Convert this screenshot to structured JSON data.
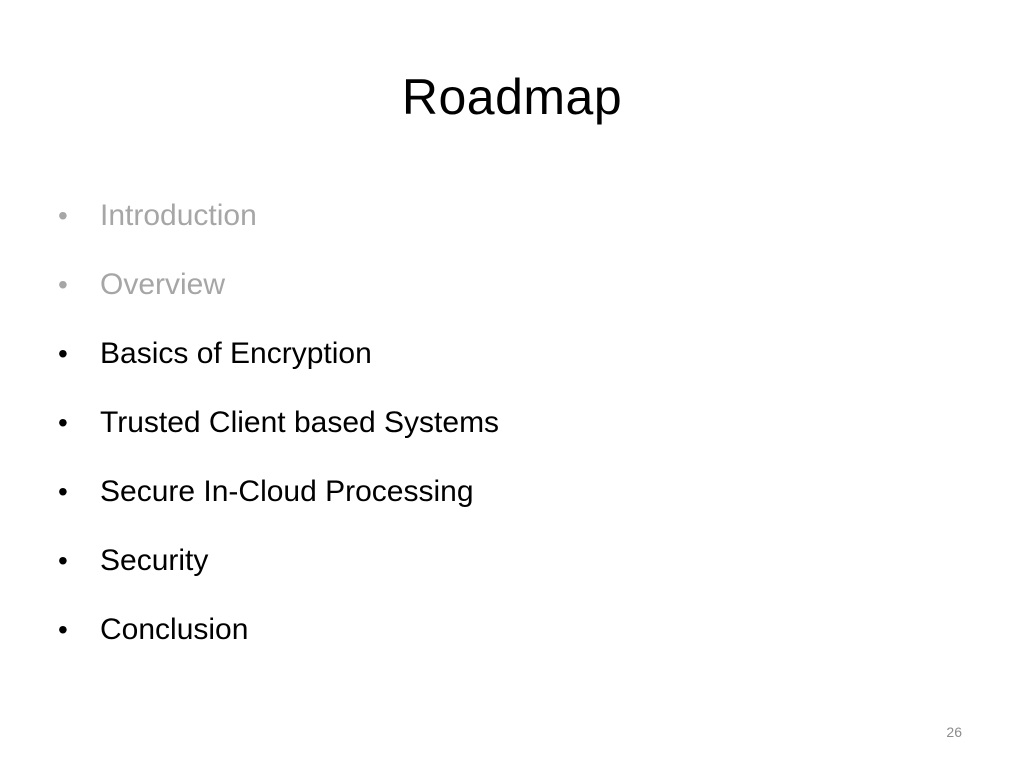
{
  "slide": {
    "title": "Roadmap",
    "bullet_glyph": "•",
    "items": [
      {
        "label": "Introduction",
        "state": "dimmed"
      },
      {
        "label": "Overview",
        "state": "dimmed"
      },
      {
        "label": "Basics of Encryption",
        "state": "active"
      },
      {
        "label": "Trusted Client based Systems",
        "state": "active"
      },
      {
        "label": "Secure In-Cloud Processing",
        "state": "active"
      },
      {
        "label": "Security",
        "state": "active"
      },
      {
        "label": "Conclusion",
        "state": "active"
      }
    ],
    "page_number": "26"
  },
  "colors": {
    "text": "#000000",
    "dimmed_text": "#a6a6a6",
    "page_number": "#8c8c8c",
    "background": "#ffffff"
  }
}
